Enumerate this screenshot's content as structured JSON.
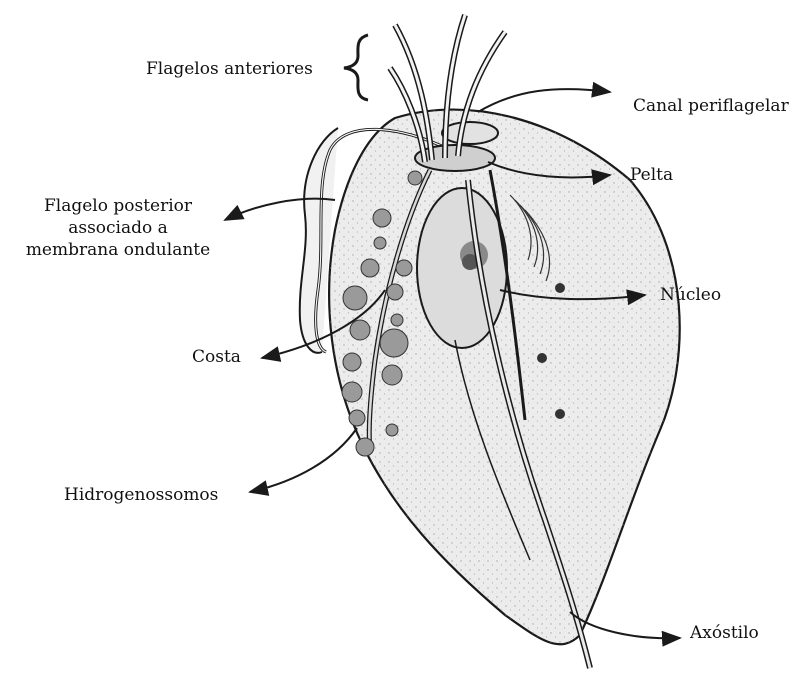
{
  "labels": {
    "flagelos_anteriores": "Flagelos anteriores",
    "canal_periflagelar": "Canal periflagelar",
    "pelta": "Pelta",
    "flagelo_posterior": [
      "Flagelo posterior",
      "associado a",
      "membrana ondulante"
    ],
    "nucleo": "Núcleo",
    "costa": "Costa",
    "hidrogenossomos": "Hidrogenossomos",
    "axostilo": "Axóstilo"
  },
  "colors": {
    "ink": "#1a1a1a",
    "cell_fill": "#ebebeb",
    "nucleus_fill": "#dcdcdc",
    "hydrogenosome_fill": "#9a9a9a"
  },
  "icons": {
    "brace": "curly-brace-icon",
    "arrow": "arrow-icon"
  }
}
